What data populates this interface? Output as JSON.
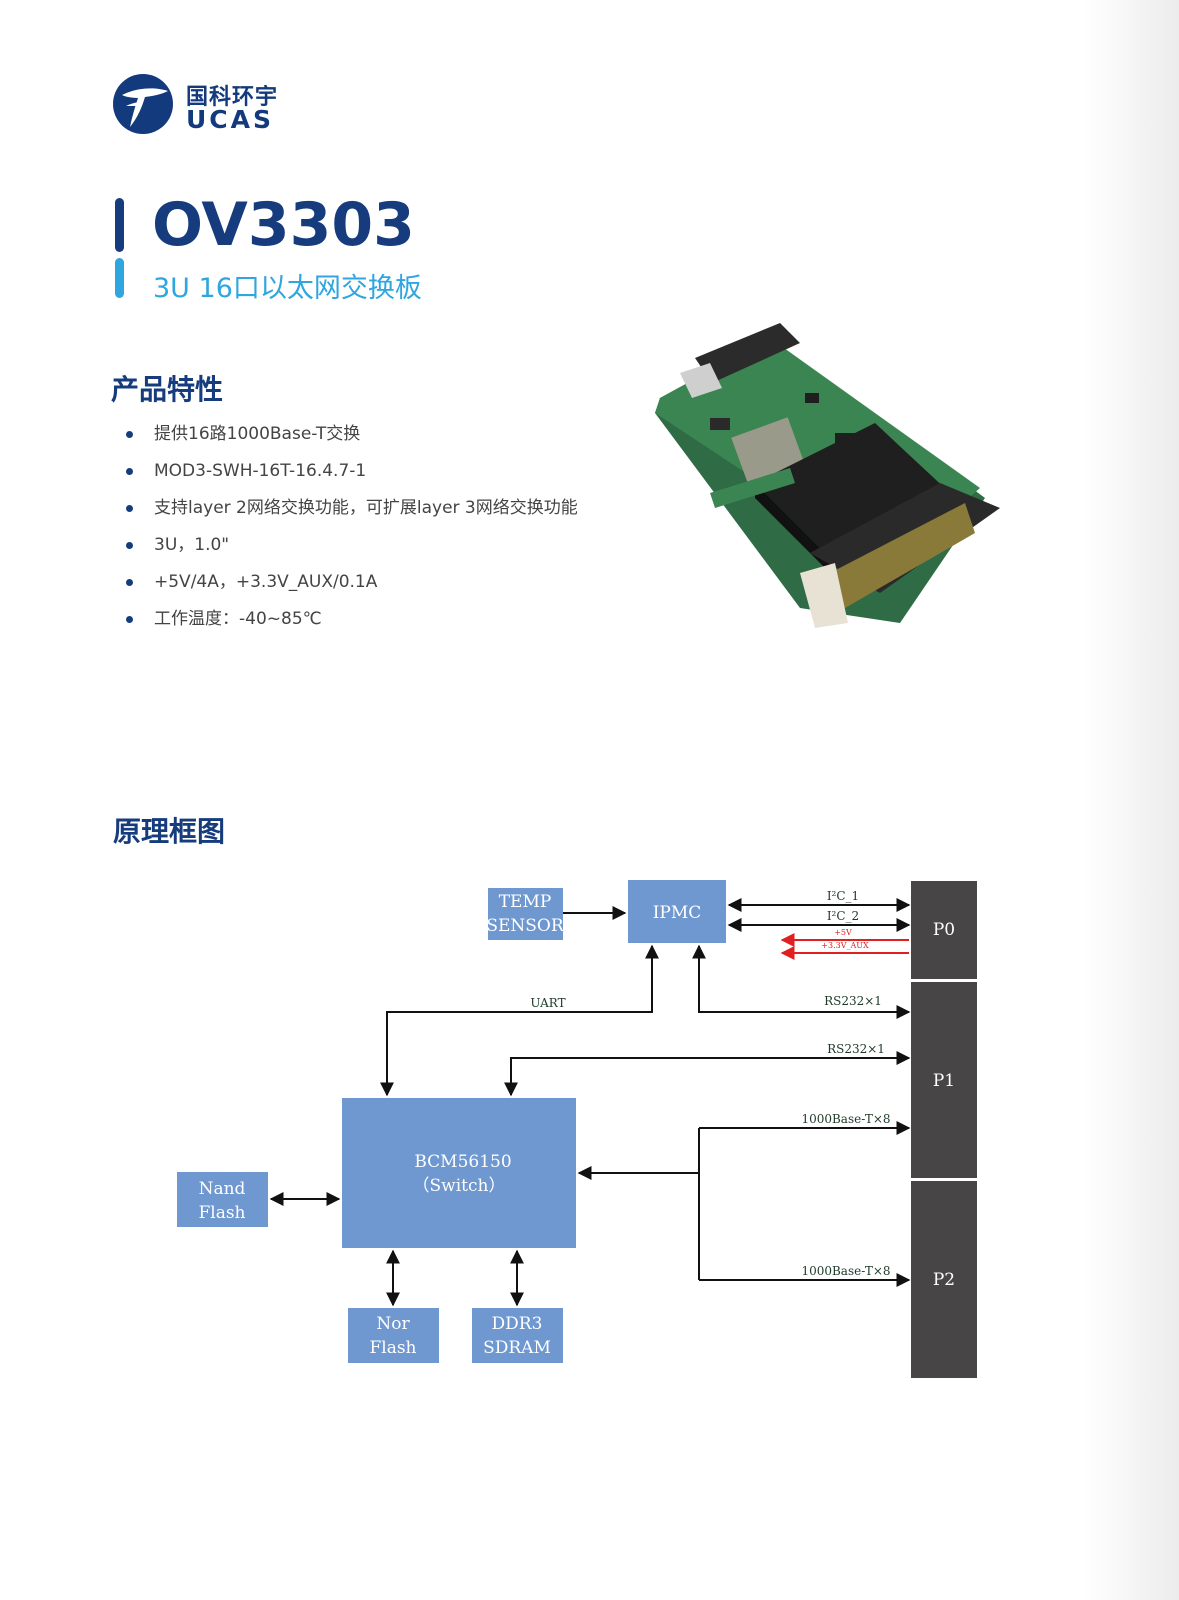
{
  "logo": {
    "name_cn": "国科环宇",
    "name_en": "UCAS"
  },
  "product": {
    "model": "OV3303",
    "subtitle": "3U 16口以太网交换板"
  },
  "features": {
    "heading": "产品特性",
    "items": [
      "提供16路1000Base-T交换",
      "MOD3-SWH-16T-16.4.7-1",
      "支持layer 2网络交换功能，可扩展layer 3网络交换功能",
      "3U，1.0\"",
      "+5V/4A，+3.3V_AUX/0.1A",
      "工作温度：-40~85℃"
    ]
  },
  "diagram": {
    "heading": "原理框图",
    "blocks": {
      "temp_l1": "TEMP",
      "temp_l2": "SENSOR",
      "ipmc": "IPMC",
      "bcm_l1": "BCM56150",
      "bcm_l2": "（Switch）",
      "nand_l1": "Nand",
      "nand_l2": "Flash",
      "nor_l1": "Nor",
      "nor_l2": "Flash",
      "ddr_l1": "DDR3",
      "ddr_l2": "SDRAM"
    },
    "connectors": {
      "p0": "P0",
      "p1": "P1",
      "p2": "P2"
    },
    "signals": {
      "i2c1": "I²C_1",
      "i2c2": "I²C_2",
      "p5v": "+5V",
      "p33v": "+3.3V_AUX",
      "uart": "UART",
      "rs232a": "RS232×1",
      "rs232b": "RS232×1",
      "eth1": "1000Base-T×8",
      "eth2": "1000Base-T×8"
    },
    "colors": {
      "block": "#6e98cf",
      "connector": "#474545",
      "power": "#e02020"
    }
  }
}
